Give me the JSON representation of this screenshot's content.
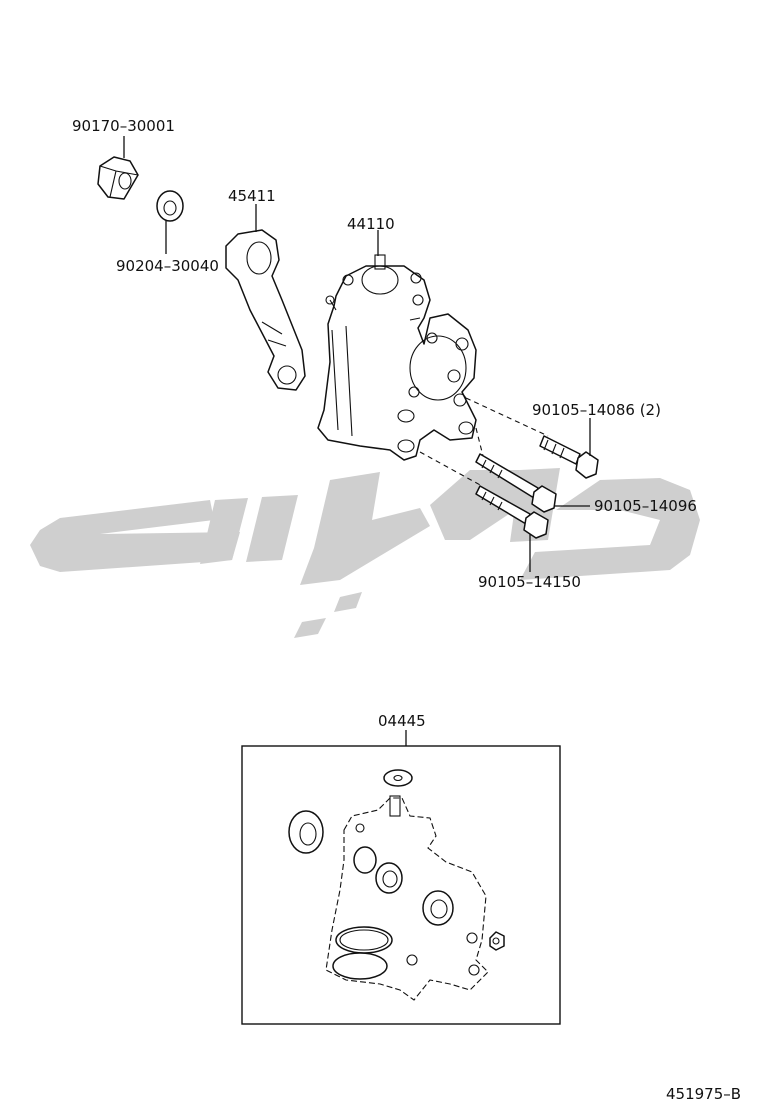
{
  "callouts": {
    "nut": "90170–30001",
    "washer": "90204–30040",
    "pitman_arm": "45411",
    "gear_assy": "44110",
    "bolt_a": "90105–14086 (2)",
    "bolt_b": "90105–14096",
    "bolt_c": "90105–14150",
    "gasket_kit": "04445"
  },
  "diagram_code": "451975–B",
  "colors": {
    "line": "#111111",
    "watermark": "#cfcfcf",
    "background": "#ffffff"
  }
}
